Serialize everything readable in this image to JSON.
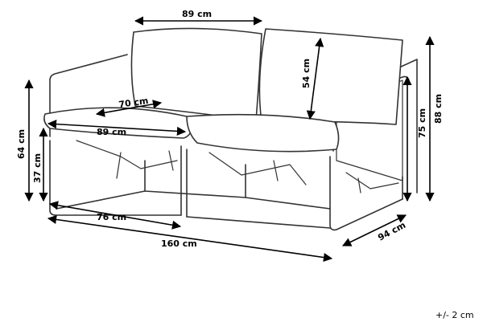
{
  "diagram": {
    "dimensions": {
      "back_width": "89 cm",
      "backrest_height": "54 cm",
      "seat_depth": "70 cm",
      "seat_width": "89 cm",
      "seat_height_total": "64 cm",
      "seat_height": "37 cm",
      "inner_frame_width": "76 cm",
      "total_width": "160 cm",
      "armrest_height": "75 cm",
      "total_height": "88 cm",
      "total_depth": "94 cm"
    },
    "tolerance": "+/- 2 cm",
    "colors": {
      "line": "#333333",
      "arrow": "#000000",
      "background": "#ffffff"
    }
  }
}
